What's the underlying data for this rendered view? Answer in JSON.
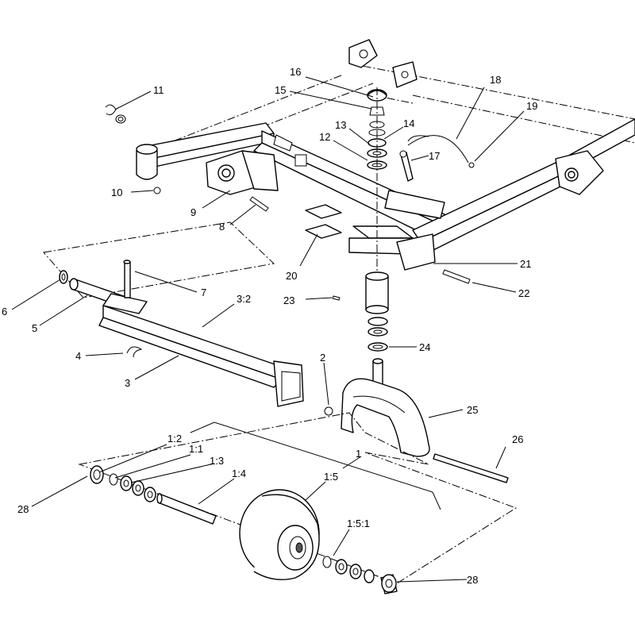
{
  "callouts": [
    {
      "id": "c11",
      "text": "11"
    },
    {
      "id": "c16",
      "text": "16"
    },
    {
      "id": "c15",
      "text": "15"
    },
    {
      "id": "c18",
      "text": "18"
    },
    {
      "id": "c19",
      "text": "19"
    },
    {
      "id": "c13",
      "text": "13"
    },
    {
      "id": "c14",
      "text": "14"
    },
    {
      "id": "c12",
      "text": "12"
    },
    {
      "id": "c17",
      "text": "17"
    },
    {
      "id": "c10",
      "text": "10"
    },
    {
      "id": "c9",
      "text": "9"
    },
    {
      "id": "c8",
      "text": "8"
    },
    {
      "id": "c20",
      "text": "20"
    },
    {
      "id": "c21",
      "text": "21"
    },
    {
      "id": "c22",
      "text": "22"
    },
    {
      "id": "c23",
      "text": "23"
    },
    {
      "id": "c7",
      "text": "7"
    },
    {
      "id": "c6",
      "text": "6"
    },
    {
      "id": "c5",
      "text": "5"
    },
    {
      "id": "c32",
      "text": "3:2"
    },
    {
      "id": "c4",
      "text": "4"
    },
    {
      "id": "c3",
      "text": "3"
    },
    {
      "id": "c2",
      "text": "2"
    },
    {
      "id": "c24",
      "text": "24"
    },
    {
      "id": "c25",
      "text": "25"
    },
    {
      "id": "c26",
      "text": "26"
    },
    {
      "id": "c1",
      "text": "1"
    },
    {
      "id": "c12b",
      "text": "1:2"
    },
    {
      "id": "c11b",
      "text": "1:1"
    },
    {
      "id": "c13b",
      "text": "1:3"
    },
    {
      "id": "c14b",
      "text": "1:4"
    },
    {
      "id": "c15b",
      "text": "1:5"
    },
    {
      "id": "c151",
      "text": "1:5:1"
    },
    {
      "id": "c28a",
      "text": "28"
    },
    {
      "id": "c28b",
      "text": "28"
    }
  ]
}
